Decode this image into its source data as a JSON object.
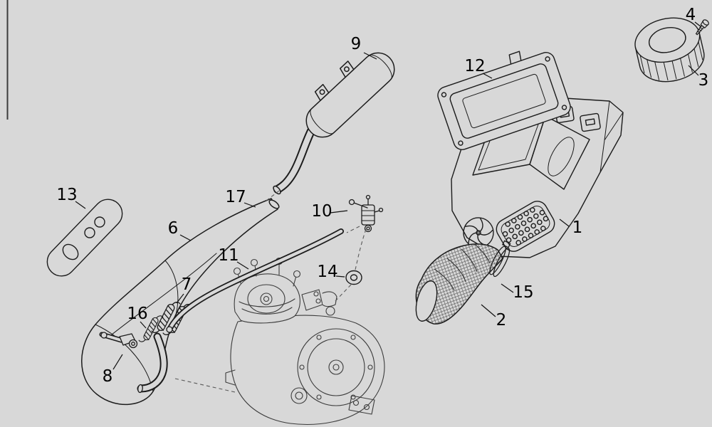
{
  "colors": {
    "background": "#d8d8d8",
    "line": "#1c1c1c",
    "engine_line": "#3c3c3c",
    "label": "#000000"
  },
  "diagram": {
    "callouts": [
      {
        "num": "1"
      },
      {
        "num": "2"
      },
      {
        "num": "3"
      },
      {
        "num": "4"
      },
      {
        "num": "6"
      },
      {
        "num": "7"
      },
      {
        "num": "8"
      },
      {
        "num": "9"
      },
      {
        "num": "10"
      },
      {
        "num": "11"
      },
      {
        "num": "12"
      },
      {
        "num": "13"
      },
      {
        "num": "14"
      },
      {
        "num": "15"
      },
      {
        "num": "16"
      },
      {
        "num": "17"
      }
    ]
  }
}
